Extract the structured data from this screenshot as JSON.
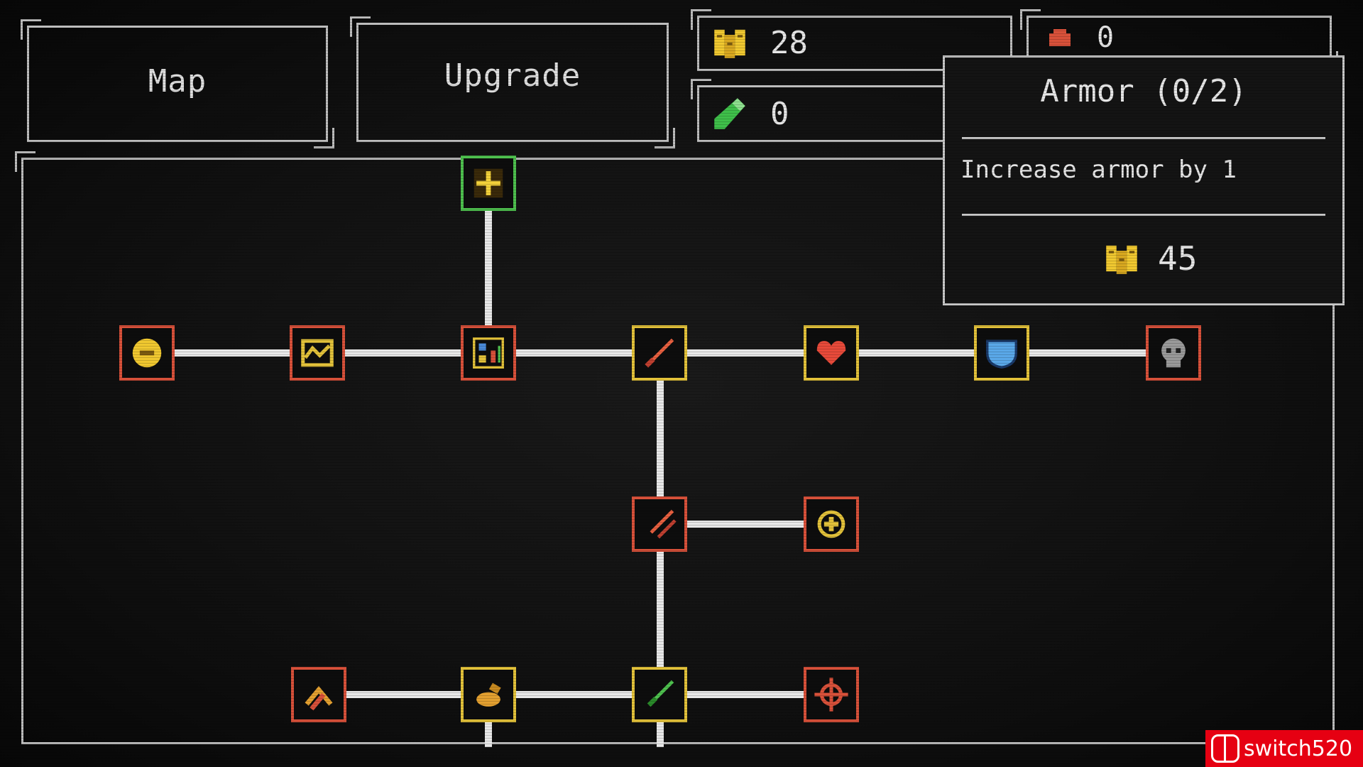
{
  "tabs": [
    {
      "label": "Map"
    },
    {
      "label": "Upgrade"
    }
  ],
  "resources": {
    "gold": "28",
    "gems": "0",
    "red_item": "0"
  },
  "tooltip": {
    "title": "Armor (0/2)",
    "description": "Increase armor by 1",
    "cost": "45"
  },
  "watermark": "switch520",
  "colors": {
    "node_red": "#d8513a",
    "node_gold": "#e3c23a",
    "node_green": "#4ec04e",
    "frame": "#bdbdbd",
    "background": "#111111"
  }
}
